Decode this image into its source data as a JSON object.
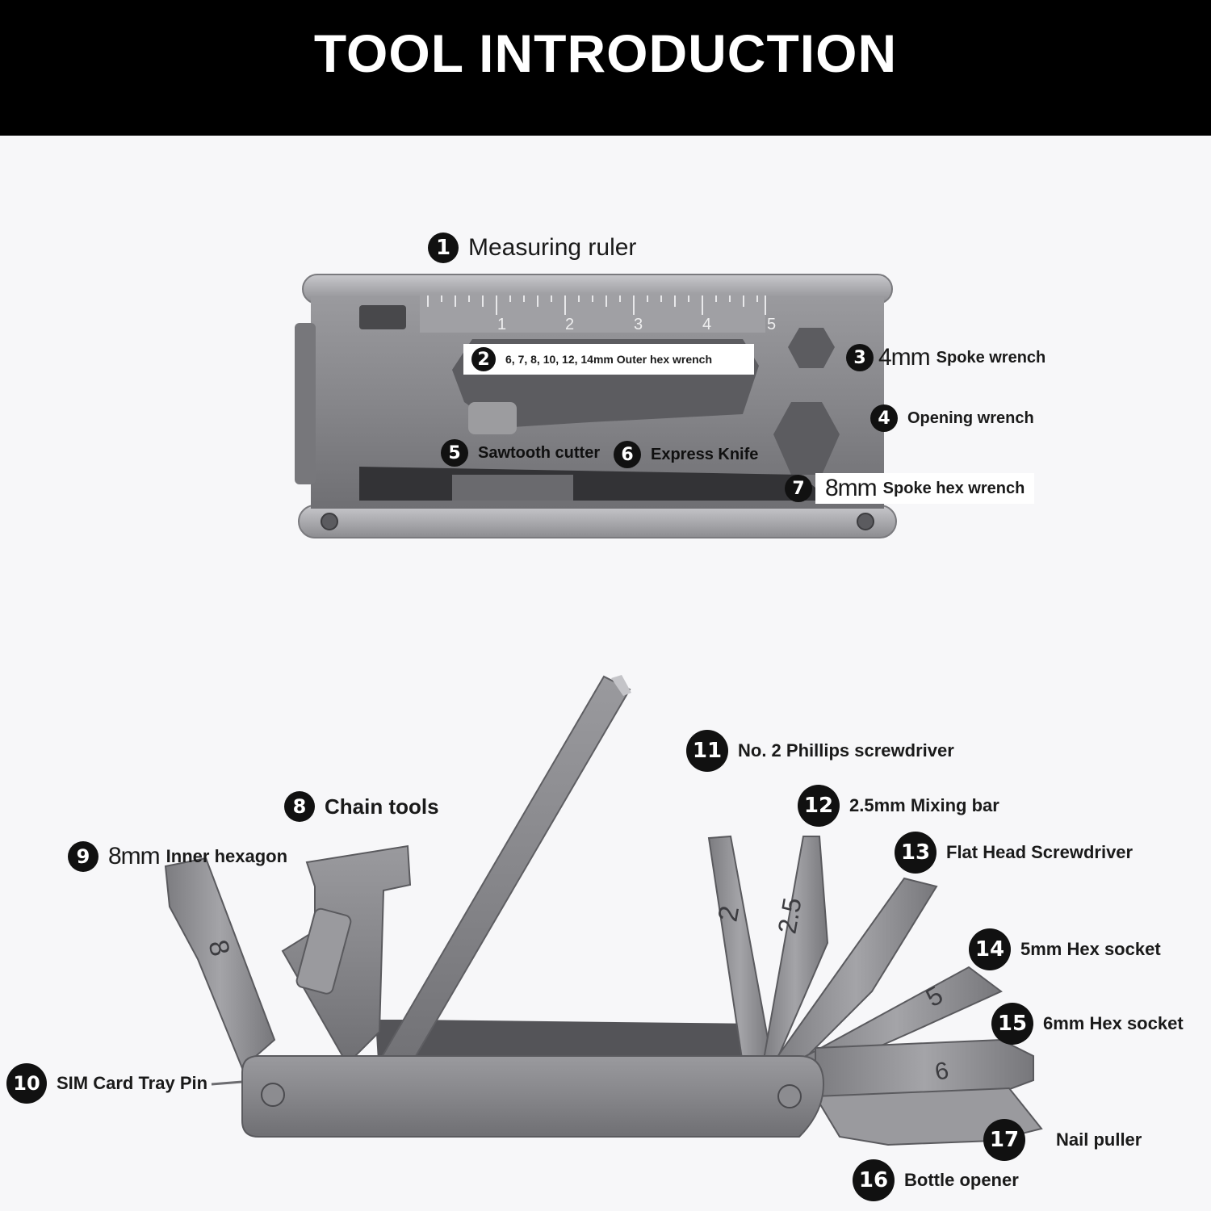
{
  "header": {
    "title": "TOOL INTRODUCTION"
  },
  "callouts": {
    "c1": {
      "num": "1",
      "text": "Measuring ruler"
    },
    "c2": {
      "num": "2",
      "text": "6, 7, 8, 10, 12, 14mm Outer hex wrench"
    },
    "c3": {
      "num": "3",
      "size": "4mm",
      "text": "Spoke wrench"
    },
    "c4": {
      "num": "4",
      "text": "Opening wrench"
    },
    "c5": {
      "num": "5",
      "text": "Sawtooth cutter"
    },
    "c6": {
      "num": "6",
      "text": "Express Knife"
    },
    "c7": {
      "num": "7",
      "size": "8mm",
      "text": "Spoke hex wrench"
    },
    "c8": {
      "num": "8",
      "text": "Chain tools"
    },
    "c9": {
      "num": "9",
      "size": "8mm",
      "text": "Inner hexagon"
    },
    "c10": {
      "num": "10",
      "text": "SIM Card Tray Pin"
    },
    "c11": {
      "num": "11",
      "text": "No. 2 Phillips screwdriver"
    },
    "c12": {
      "num": "12",
      "text": "2.5mm Mixing bar"
    },
    "c13": {
      "num": "13",
      "text": "Flat Head Screwdriver"
    },
    "c14": {
      "num": "14",
      "text": "5mm Hex socket"
    },
    "c15": {
      "num": "15",
      "text": "6mm Hex socket"
    },
    "c16": {
      "num": "16",
      "text": "Bottle opener"
    },
    "c17": {
      "num": "17",
      "text": "Nail puller"
    }
  },
  "ruler": {
    "ticks": [
      "1",
      "2",
      "3",
      "4",
      "5"
    ]
  },
  "bit_marks": {
    "b8": "8",
    "b2": "2",
    "b25": "2.5",
    "b5": "5",
    "b6": "6"
  },
  "colors": {
    "metal": "#8a8a8e",
    "metal_dark": "#6e6e72",
    "metal_light": "#b4b4b8",
    "badge": "#111111",
    "header_bg": "#000000"
  }
}
